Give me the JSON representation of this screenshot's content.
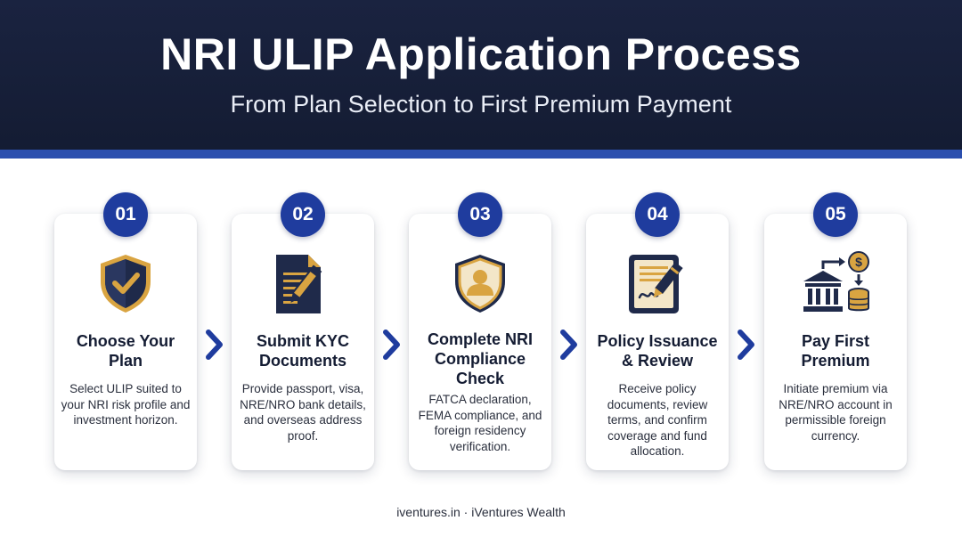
{
  "header": {
    "title": "NRI ULIP Application Process",
    "subtitle": "From Plan Selection to First Premium Payment"
  },
  "colors": {
    "header_bg": "#1a2340",
    "accent_blue": "#1f3c9e",
    "stripe": "#2b4fae",
    "gold": "#d9a441",
    "navy": "#1f2a4a"
  },
  "steps": [
    {
      "number": "01",
      "icon": "shield-check-icon",
      "title": "Choose Your Plan",
      "description": "Select ULIP suited to your NRI risk profile and investment horizon."
    },
    {
      "number": "02",
      "icon": "document-pen-icon",
      "title": "Submit KYC Documents",
      "description": "Provide passport, visa, NRE/NRO bank details, and overseas address proof."
    },
    {
      "number": "03",
      "icon": "shield-user-icon",
      "title": "Complete NRI Compliance Check",
      "description": "FATCA declaration, FEMA compliance, and foreign residency verification."
    },
    {
      "number": "04",
      "icon": "tablet-sign-icon",
      "title": "Policy Issuance & Review",
      "description": "Receive policy documents, review terms, and confirm coverage and fund allocation."
    },
    {
      "number": "05",
      "icon": "bank-coins-icon",
      "title": "Pay First Premium",
      "description": "Initiate premium via NRE/NRO account in permissible foreign currency."
    }
  ],
  "footer": {
    "text": "iventures.in · iVentures Wealth"
  }
}
